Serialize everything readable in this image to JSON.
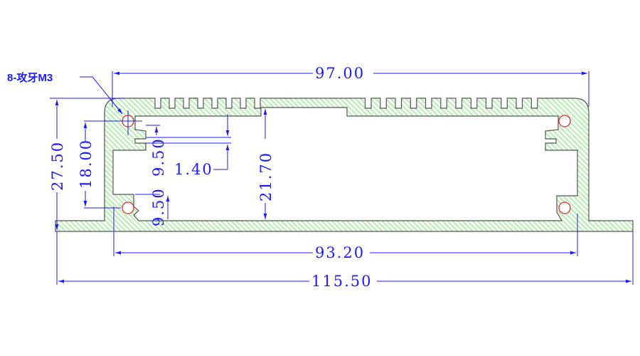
{
  "drawing": {
    "callout": "8-攻牙M3",
    "dimensions": {
      "top_width": "97.00",
      "inner_width": "93.20",
      "total_width": "115.50",
      "total_height": "27.50",
      "hole_spacing": "18.00",
      "slot_offset_upper": "9.50",
      "slot_offset_lower": "9.50",
      "slot_width": "1.40",
      "inner_height": "21.70"
    },
    "colors": {
      "dimension": "#1a1aff",
      "profile_fill": "#8fe08f",
      "hole": "#e03030",
      "outline": "#555555"
    }
  }
}
